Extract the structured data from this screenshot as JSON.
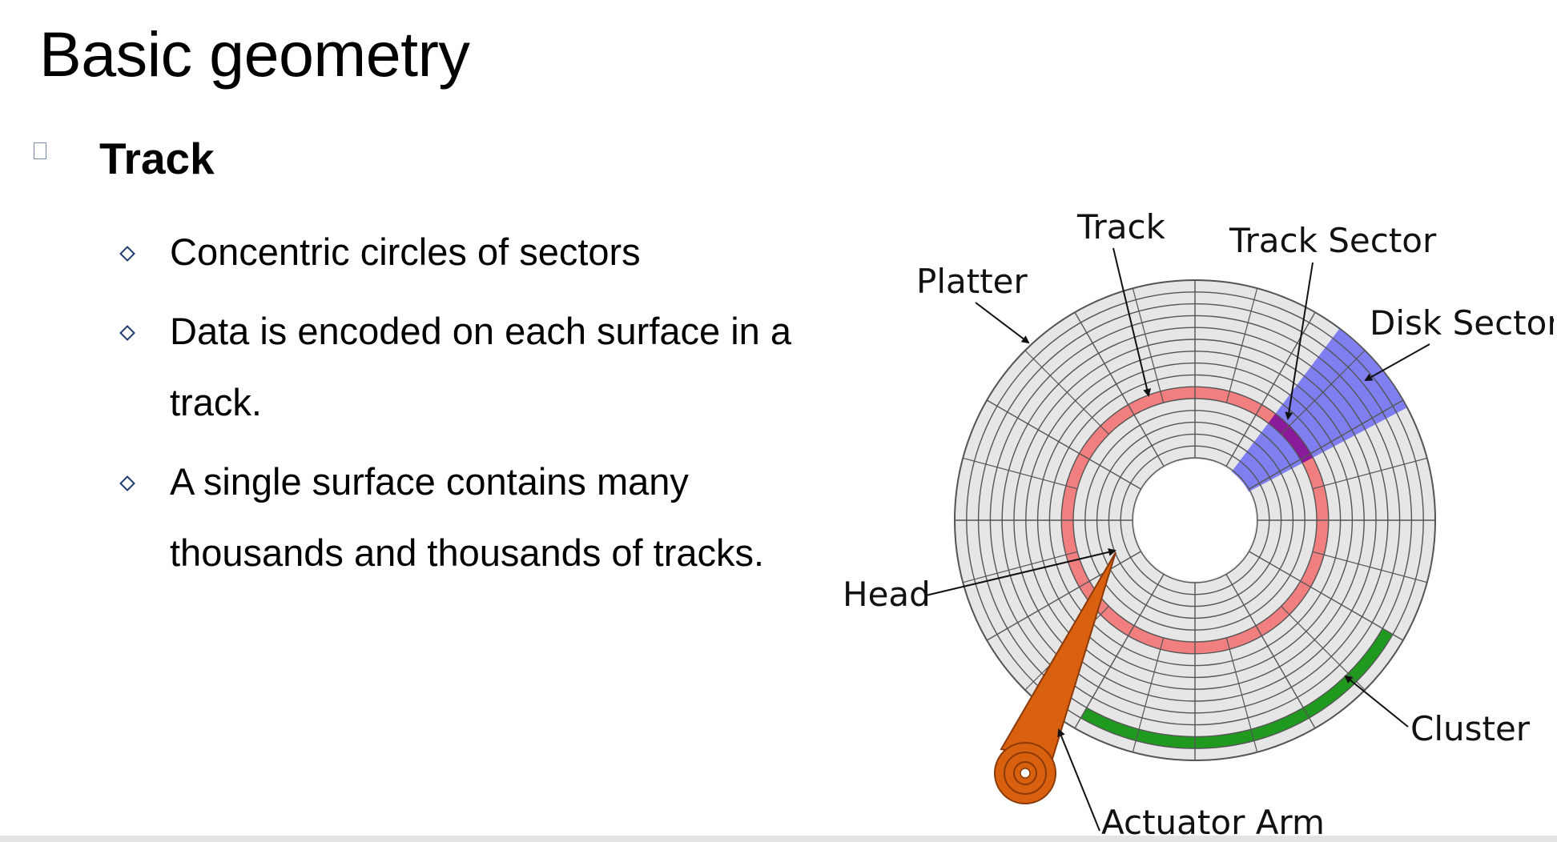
{
  "slide": {
    "title": "Basic geometry",
    "bullet": {
      "label": "Track",
      "marker_icon": "square-bullet-icon",
      "subitems": [
        {
          "lines": [
            "Concentric circles of sectors"
          ]
        },
        {
          "lines": [
            "Data is encoded on each surface in a",
            "track."
          ]
        },
        {
          "lines": [
            "A single surface contains many",
            "thousands and thousands of tracks."
          ]
        }
      ]
    }
  },
  "diagram": {
    "labels": {
      "track": "Track",
      "track_sector": "Track Sector",
      "platter": "Platter",
      "disk_sector": "Disk Sector",
      "head": "Head",
      "cluster": "Cluster",
      "actuator_arm": "Actuator Arm"
    },
    "colors": {
      "platter_fill": "#e6e6e6",
      "line": "#555555",
      "track_highlight": "#f27f7f",
      "sector_highlight": "#7f7ff2",
      "track_sector_highlight": "#8a1a9a",
      "cluster_highlight": "#1f9a1f",
      "actuator_arm": "#d9600f"
    }
  }
}
